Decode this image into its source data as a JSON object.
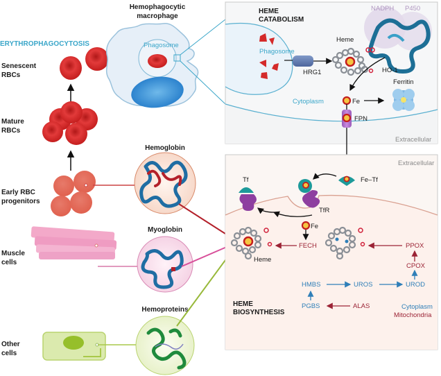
{
  "left": {
    "section_title": "ERYTHROPHAGOCYTOSIS",
    "cells": {
      "senescent": [
        "Senescent",
        "RBCs"
      ],
      "mature": [
        "Mature",
        "RBCs"
      ],
      "early": [
        "Early RBC",
        "progenitors"
      ],
      "muscle": [
        "Muscle",
        "cells"
      ],
      "other": [
        "Other",
        "cells"
      ]
    },
    "macrophage": [
      "Hemophagocytic",
      "macrophage"
    ],
    "phagosome": "Phagosome"
  },
  "proteins": {
    "hemoglobin": "Hemoglobin",
    "myoglobin": "Myoglobin",
    "hemoproteins": "Hemoproteins"
  },
  "catabolism": {
    "title": [
      "HEME",
      "CATABOLISM"
    ],
    "phagosome": "Phagosome",
    "hrg1": "HRG1",
    "heme": "Heme",
    "nadph": "NADPH",
    "p450": "P450",
    "ho1": "HO-1",
    "ferritin": "Ferritin",
    "fe": "Fe",
    "cytoplasm": "Cytoplasm",
    "fpn": "FPN",
    "extracellular": "Extracellular"
  },
  "biosynthesis": {
    "title": [
      "HEME",
      "BIOSYNTHESIS"
    ],
    "extracellular": "Extracellular",
    "fe_tf": "Fe–Tf",
    "tf": "Tf",
    "tfr": "TfR",
    "fe": "Fe",
    "heme": "Heme",
    "fech": "FECH",
    "ppox": "PPOX",
    "cpox": "CPOX",
    "urod": "UROD",
    "uros": "UROS",
    "hmbs": "HMBS",
    "pgbs": "PGBS",
    "alas": "ALAS",
    "cytoplasm": "Cytoplasm",
    "mitochondria": "Mitochondria"
  },
  "colors": {
    "cyan": "#3aa6c9",
    "rbc": "#d42a2a",
    "blue_enzyme": "#2f7fb8",
    "red_enzyme": "#9b2335",
    "muscle": "#e98fb8",
    "other": "#a9c94a"
  }
}
